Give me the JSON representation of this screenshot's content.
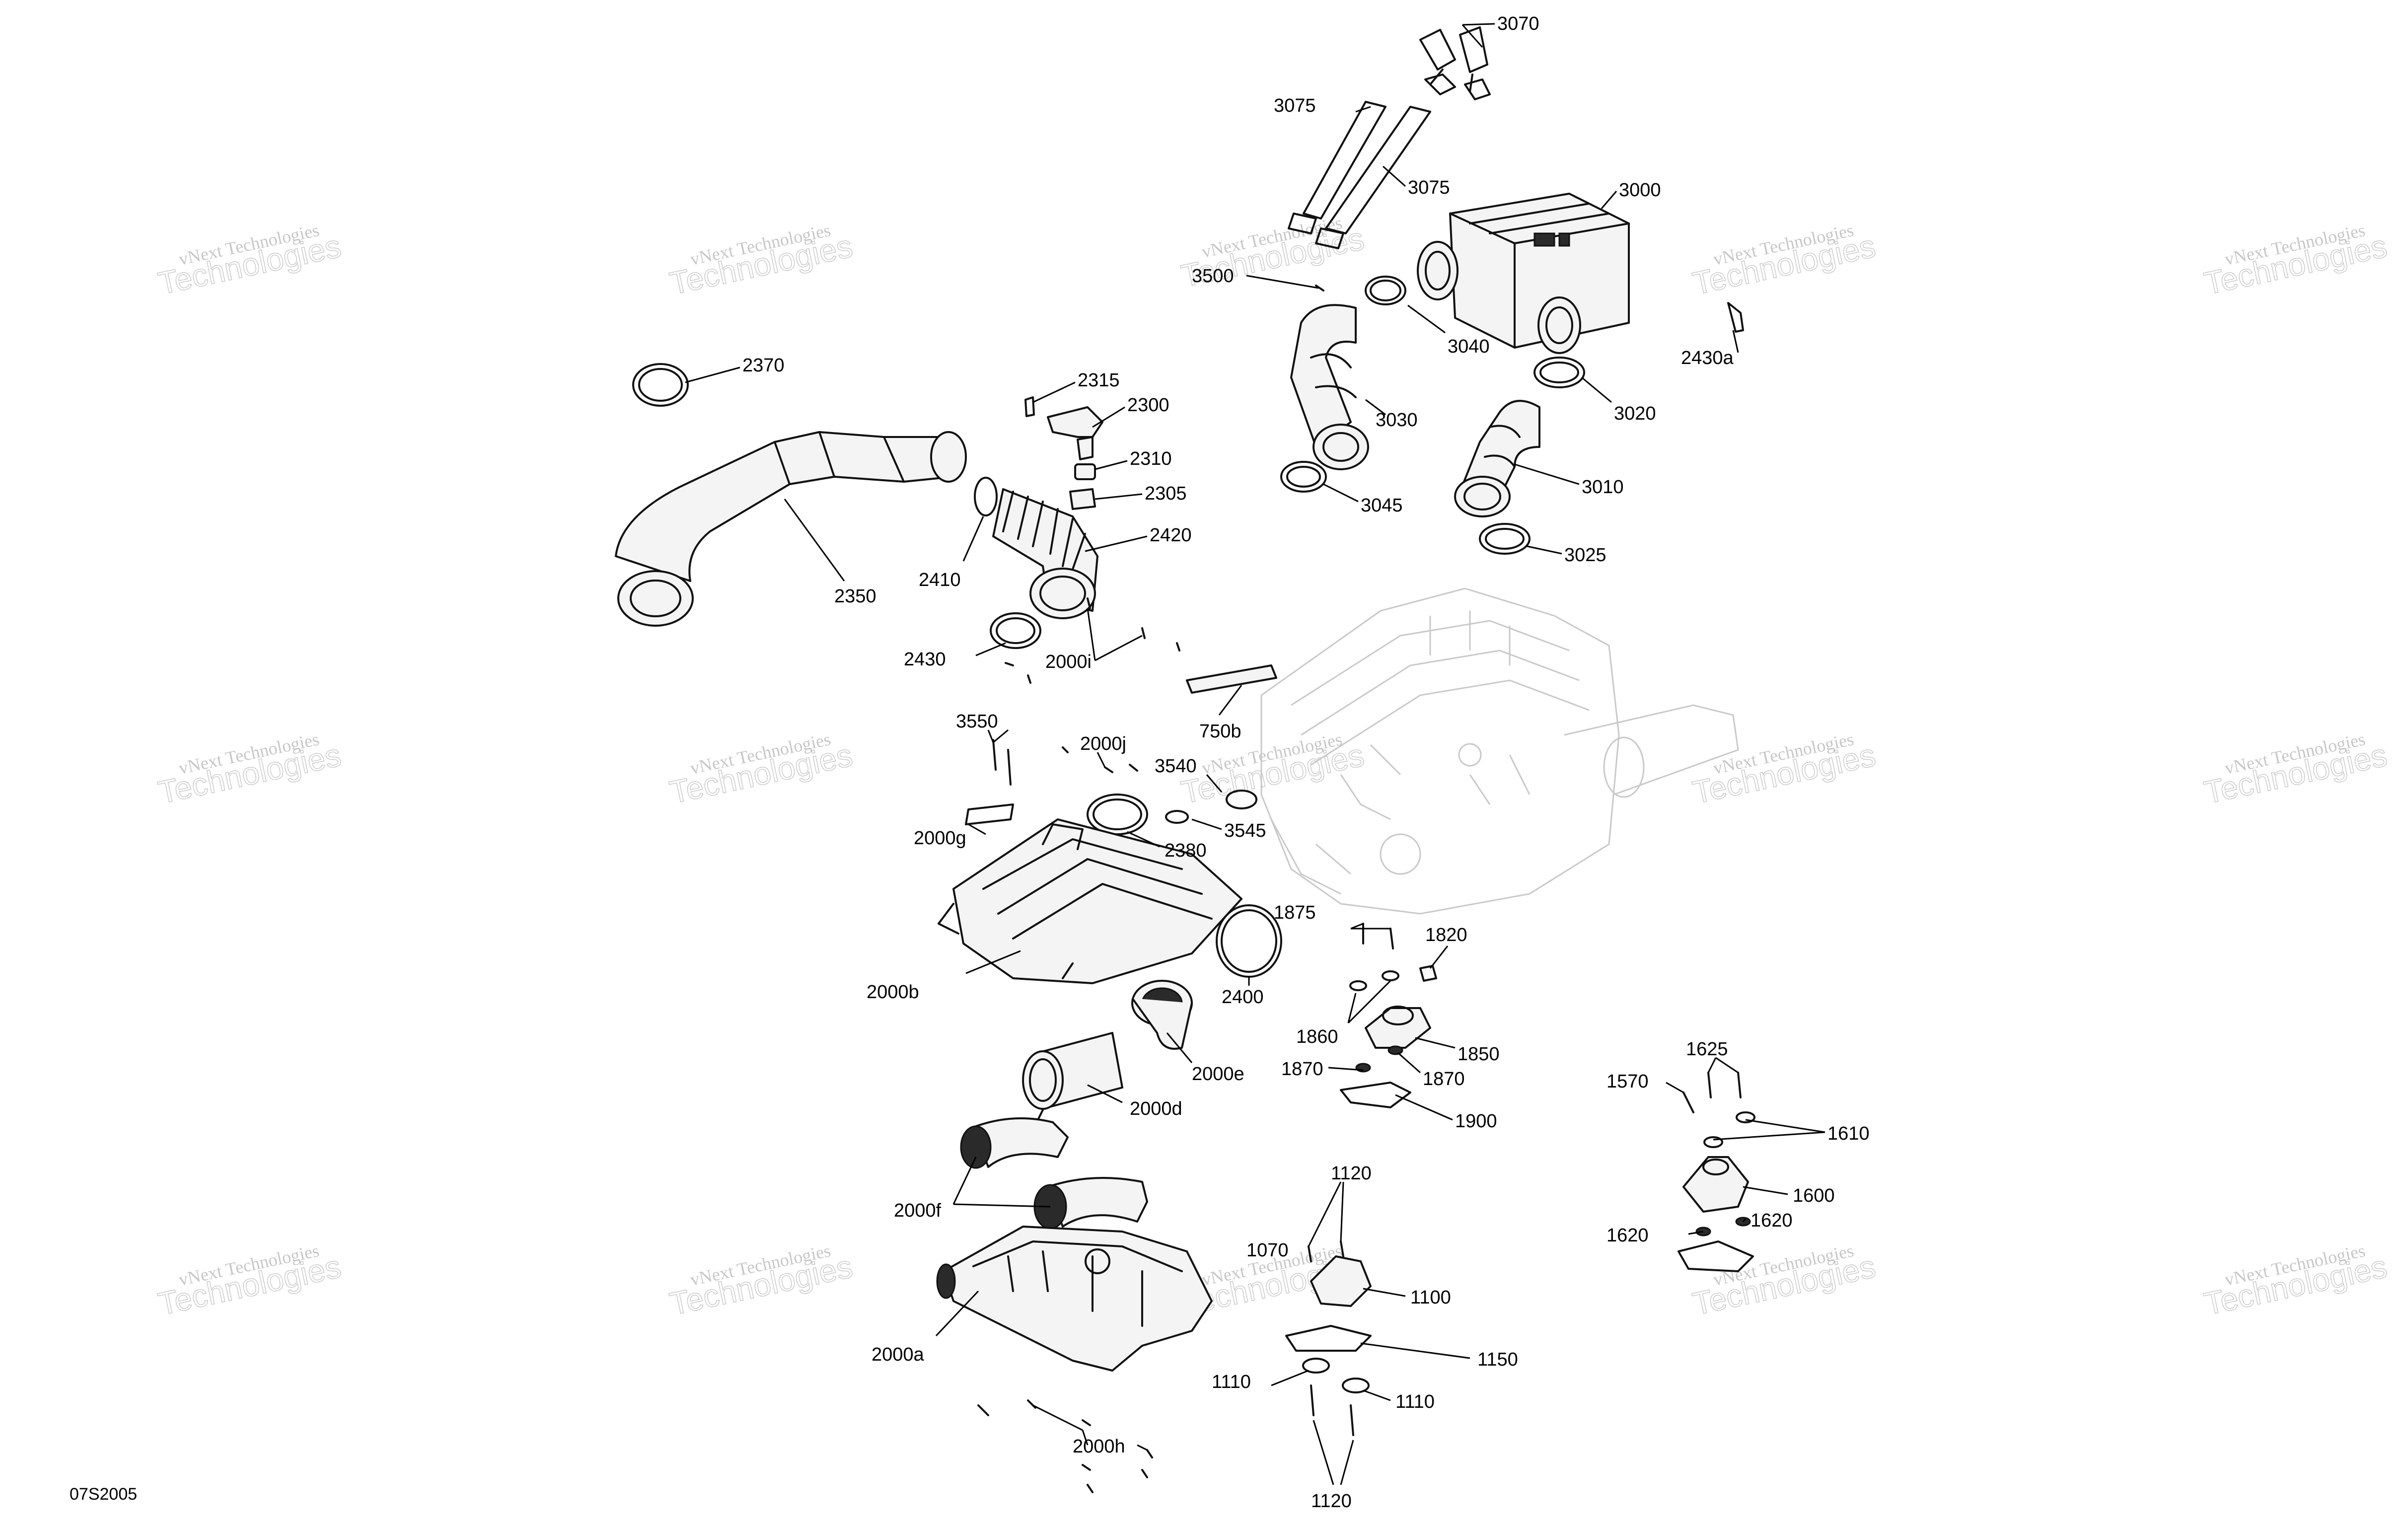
{
  "diagram_code": "07S2005",
  "watermark": {
    "line1": "vNext Technologies",
    "line2": "Technologies"
  },
  "callouts": [
    {
      "label": "3070"
    },
    {
      "label": "3075"
    },
    {
      "label": "3075"
    },
    {
      "label": "3000"
    },
    {
      "label": "3500"
    },
    {
      "label": "3040"
    },
    {
      "label": "2430a"
    },
    {
      "label": "3020"
    },
    {
      "label": "3030"
    },
    {
      "label": "3010"
    },
    {
      "label": "3045"
    },
    {
      "label": "3025"
    },
    {
      "label": "2370"
    },
    {
      "label": "2315"
    },
    {
      "label": "2300"
    },
    {
      "label": "2310"
    },
    {
      "label": "2305"
    },
    {
      "label": "2420"
    },
    {
      "label": "2410"
    },
    {
      "label": "2350"
    },
    {
      "label": "2430"
    },
    {
      "label": "2000i"
    },
    {
      "label": "750b"
    },
    {
      "label": "3550"
    },
    {
      "label": "2000j"
    },
    {
      "label": "3540"
    },
    {
      "label": "3545"
    },
    {
      "label": "2000g"
    },
    {
      "label": "2380"
    },
    {
      "label": "1875"
    },
    {
      "label": "1820"
    },
    {
      "label": "2400"
    },
    {
      "label": "2000b"
    },
    {
      "label": "1860"
    },
    {
      "label": "1850"
    },
    {
      "label": "1870"
    },
    {
      "label": "1870"
    },
    {
      "label": "2000e"
    },
    {
      "label": "2000d"
    },
    {
      "label": "1900"
    },
    {
      "label": "1625"
    },
    {
      "label": "1570"
    },
    {
      "label": "1610"
    },
    {
      "label": "1600"
    },
    {
      "label": "1620"
    },
    {
      "label": "1620"
    },
    {
      "label": "2000f"
    },
    {
      "label": "1120"
    },
    {
      "label": "1070"
    },
    {
      "label": "1100"
    },
    {
      "label": "2000a"
    },
    {
      "label": "1150"
    },
    {
      "label": "1110"
    },
    {
      "label": "1110"
    },
    {
      "label": "2000h"
    },
    {
      "label": "1120"
    }
  ]
}
